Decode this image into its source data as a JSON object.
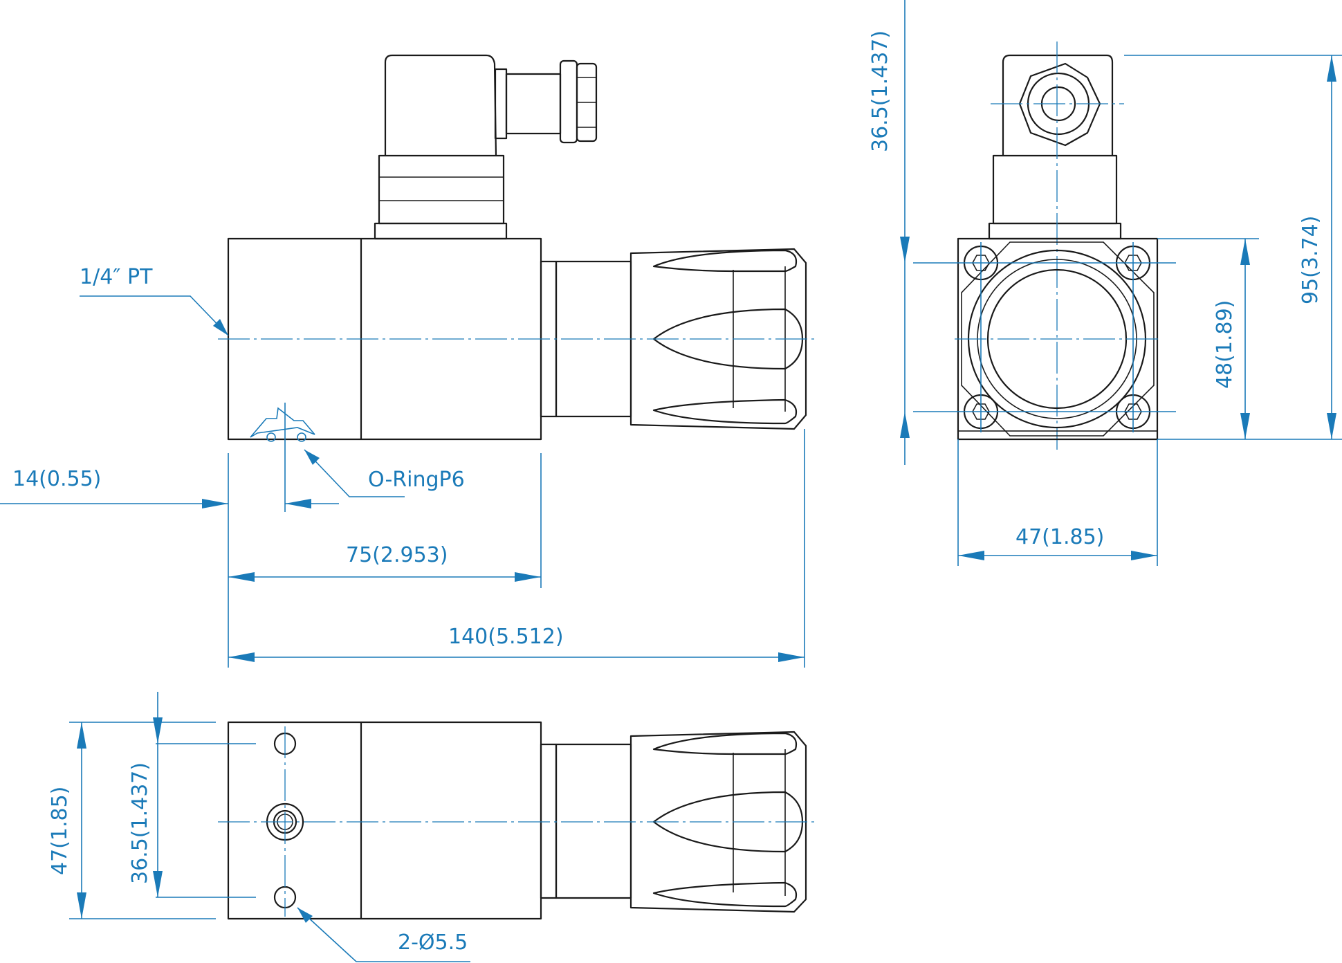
{
  "labels": {
    "thread": "1/4″ PT",
    "oring_offset": "14(0.55)",
    "oring": "O-RingP6",
    "body_length": "75(2.953)",
    "total_length": "140(5.512)",
    "connector_center": "36.5(1.437)",
    "total_height": "95(3.74)",
    "mount_pitch": "48(1.89)",
    "body_width": "47(1.85)",
    "bottom_width": "47(1.85)",
    "hole_pitch": "36.5(1.437)",
    "holes": "2-Ø5.5"
  },
  "colors": {
    "line": "#1a1a1a",
    "dimension": "#1a7ab8"
  }
}
